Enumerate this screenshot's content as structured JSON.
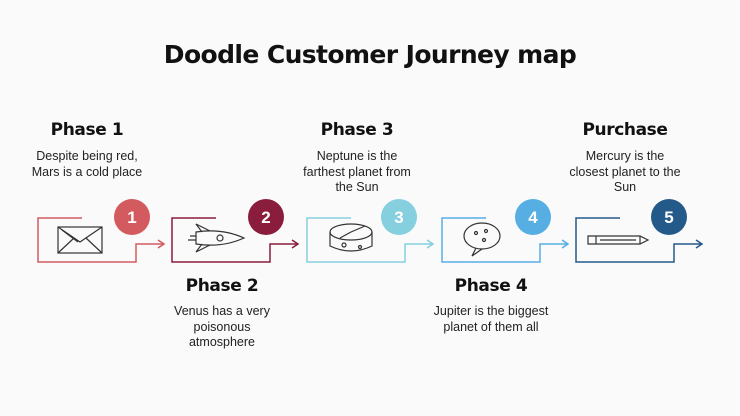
{
  "title": "Doodle Customer Journey map",
  "phases": [
    {
      "number": "1",
      "title": "Phase 1",
      "description": "Despite being red, Mars is a cold place",
      "color": "#d35a5f",
      "icon": "envelope-icon"
    },
    {
      "number": "2",
      "title": "Phase 2",
      "description": "Venus has a very poisonous atmosphere",
      "color": "#8a1d3c",
      "icon": "rocket-icon"
    },
    {
      "number": "3",
      "title": "Phase 3",
      "description": "Neptune is the farthest planet from the Sun",
      "color": "#86cfdf",
      "icon": "cheese-icon"
    },
    {
      "number": "4",
      "title": "Phase 4",
      "description": "Jupiter is the biggest planet of them all",
      "color": "#56aee3",
      "icon": "speech-bubble-icon"
    },
    {
      "number": "5",
      "title": "Purchase",
      "description": "Mercury is the closest planet to the Sun",
      "color": "#245a8a",
      "icon": "pencil-icon"
    }
  ]
}
